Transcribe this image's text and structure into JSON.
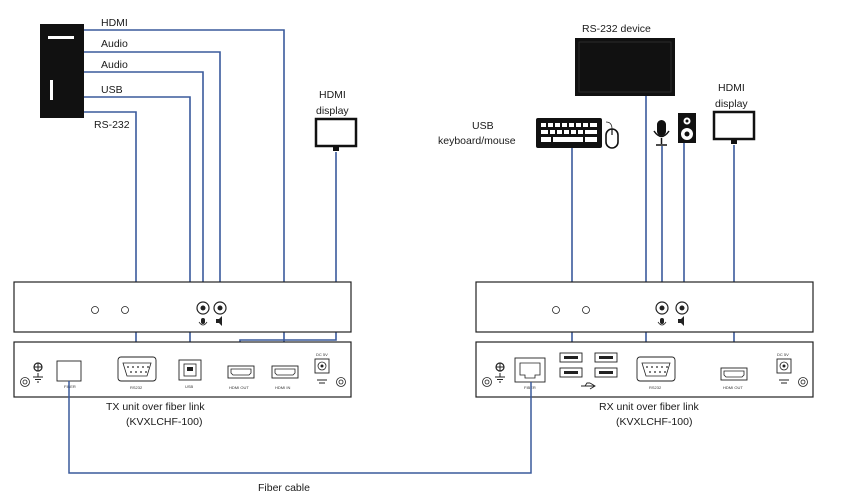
{
  "diagram": {
    "pc_labels": {
      "hdmi": "HDMI",
      "audio_1": "Audio",
      "audio_2": "Audio",
      "usb": "USB",
      "rs232": "RS-232"
    },
    "tx_display": {
      "line1": "HDMI",
      "line2": "display"
    },
    "rx_display": {
      "line1": "HDMI",
      "line2": "display"
    },
    "rs232_device": "RS-232 device",
    "usb_peripheral": {
      "line1": "USB",
      "line2": "keyboard/mouse"
    },
    "tx_unit": {
      "line1": "TX unit over fiber link",
      "line2": "(KVXLCHF-100)",
      "ports": {
        "fiber": "FIBER",
        "rs232": "RS232",
        "usb": "USB",
        "hdmi_out": "HDMI OUT",
        "hdmi_in": "HDMI IN",
        "dc": "DC 5V"
      }
    },
    "rx_unit": {
      "line1": "RX unit over fiber link",
      "line2": "(KVXLCHF-100)",
      "ports": {
        "fiber": "FIBER",
        "rs232": "RS232",
        "hdmi_out": "HDMI OUT",
        "dc": "DC 5V"
      }
    },
    "fiber_cable": "Fiber cable",
    "colors": {
      "wire": "#3a5a9c",
      "outline": "#222222"
    }
  }
}
